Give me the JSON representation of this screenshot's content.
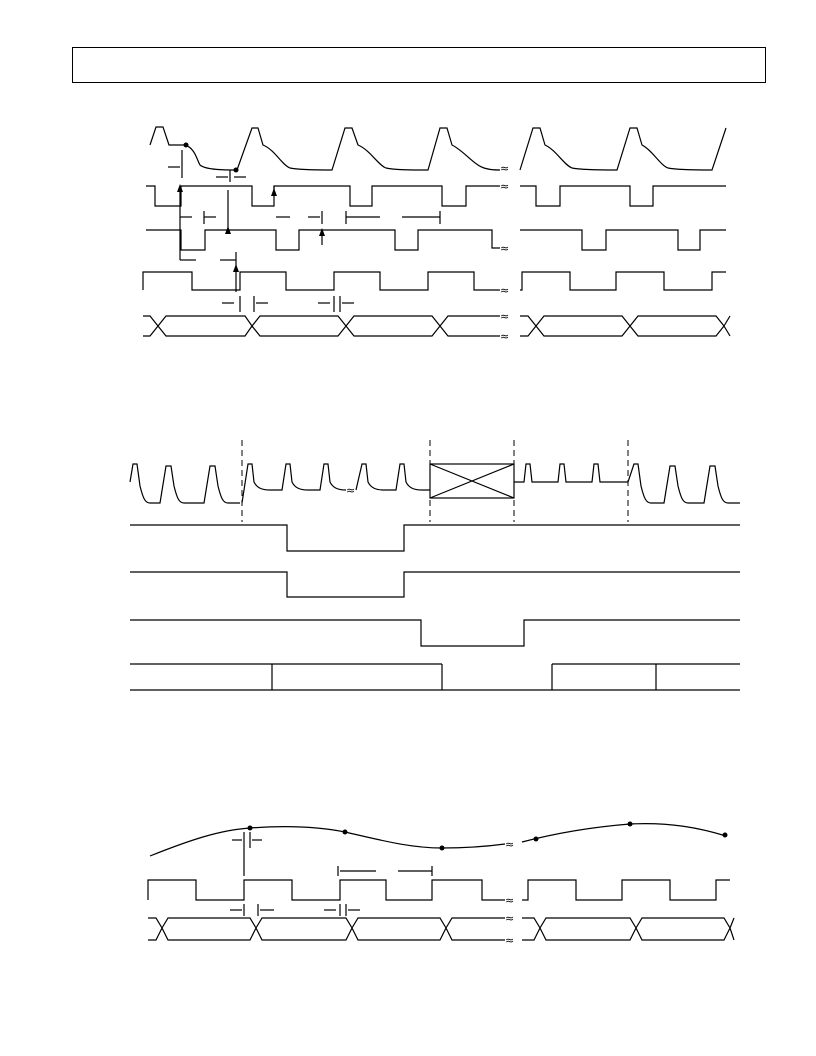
{
  "page": {
    "header_title": ""
  },
  "figures": [
    {
      "id": "figure-1",
      "description_label": ""
    },
    {
      "id": "figure-2",
      "description_label": ""
    },
    {
      "id": "figure-3",
      "description_label": ""
    }
  ],
  "colors": {
    "stroke": "#000000",
    "background": "#ffffff"
  }
}
